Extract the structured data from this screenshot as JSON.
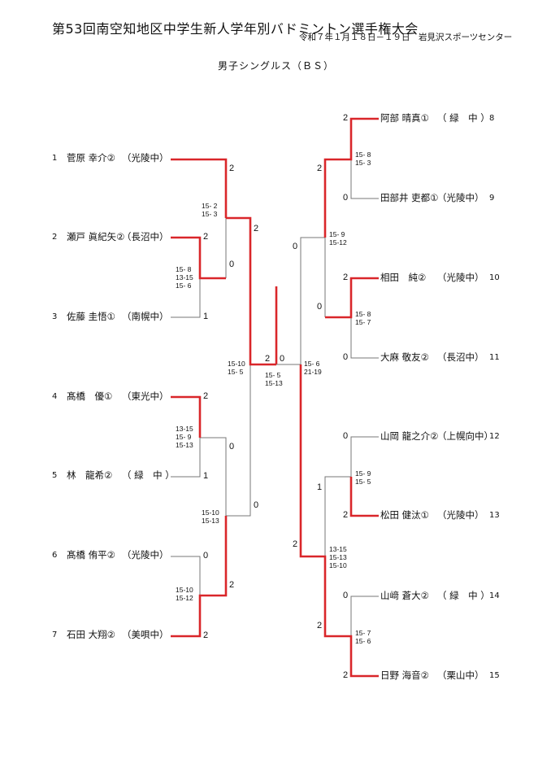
{
  "header": {
    "title": "第53回南空知地区中学生新人学年別バドミントン選手権大会",
    "date_venue": "令和７年１月１８日－１９日　岩見沢スポーツセンター",
    "event": "男子シングルス（ＢＳ）"
  },
  "players": [
    {
      "seed": "1",
      "name": "菅原 幸介②",
      "school": "（光陵中）"
    },
    {
      "seed": "2",
      "name": "瀬戸 眞紀矢②",
      "school": "（長沼中）"
    },
    {
      "seed": "3",
      "name": "佐藤 圭悟①",
      "school": "（南幌中）"
    },
    {
      "seed": "4",
      "name": "髙橋　優①",
      "school": "（東光中）"
    },
    {
      "seed": "5",
      "name": "林　龍希②",
      "school": "（ 緑　中 ）"
    },
    {
      "seed": "6",
      "name": "髙橋 侑平②",
      "school": "（光陵中）"
    },
    {
      "seed": "7",
      "name": "石田 大翔②",
      "school": "（美唄中）"
    },
    {
      "seed": "8",
      "name": "阿部 晴真①",
      "school": "（ 緑　中 ）"
    },
    {
      "seed": "9",
      "name": "田部井 吏都①",
      "school": "（光陵中）"
    },
    {
      "seed": "10",
      "name": "相田　純②",
      "school": "（光陵中）"
    },
    {
      "seed": "11",
      "name": "大麻 敬友②",
      "school": "（長沼中）"
    },
    {
      "seed": "12",
      "name": "山岡 龍之介②",
      "school": "（上幌向中）"
    },
    {
      "seed": "13",
      "name": "松田 健汰①",
      "school": "（光陵中）"
    },
    {
      "seed": "14",
      "name": "山﨑 蒼大②",
      "school": "（ 緑　中 ）"
    },
    {
      "seed": "15",
      "name": "日野 海音②",
      "school": "（栗山中）"
    }
  ],
  "scores": {
    "m23_p2": "2",
    "m23_p3": "1",
    "m1_p1": "2",
    "m1_w23": "0",
    "m45_p4": "2",
    "m45_p5": "1",
    "m67_p6": "0",
    "m67_p7": "2",
    "m2_w45": "0",
    "m2_w67": "2",
    "sf_left_top": "2",
    "sf_left_bottom": "0",
    "final_left": "2",
    "final_right": "0",
    "m89_p8": "2",
    "m89_p9": "0",
    "m1011_p10": "2",
    "m1011_p11": "0",
    "m1213_p12": "0",
    "m1213_p13": "2",
    "m1415_p14": "0",
    "m1415_p15": "2",
    "m3_w89": "2",
    "m3_w1011": "0",
    "m4_w1213": "1",
    "m4_w1415": "2",
    "sf_right_top": "0",
    "sf_right_bottom": "2"
  },
  "game_scores": {
    "m23": "15- 8\n13-15\n15- 6",
    "m1": "15- 2\n15- 3",
    "m45": "13-15\n15- 9\n15-13",
    "m67": "15-10\n15-12",
    "m2": "15-10\n15-13",
    "sf_left": "15-10\n15- 5",
    "final": "15- 5\n15-13",
    "m89": "15- 8\n15- 3",
    "m1011": "15- 8\n15- 7",
    "m3": "15- 9\n15-12",
    "m1213": "15- 9\n15- 5",
    "m1415": "15- 7\n15- 6",
    "m4": "13-15\n15-13\n15-10",
    "sf_right": "15- 6\n21-19"
  },
  "colors": {
    "winner_line": "#d9262a",
    "loser_line": "#777777"
  }
}
